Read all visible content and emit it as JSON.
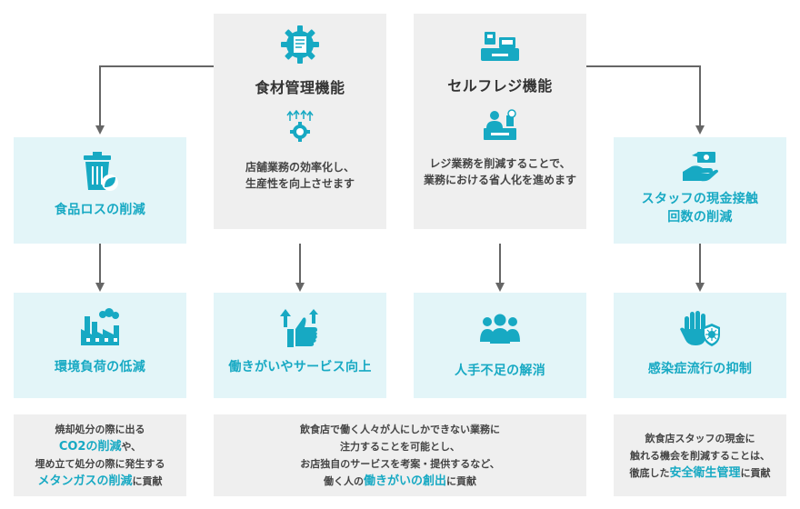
{
  "functions": {
    "food": {
      "title": "食材管理機能",
      "desc_line1": "店舗業務の効率化し、",
      "desc_line2": "生産性を向上させます"
    },
    "register": {
      "title": "セルフレジ機能",
      "desc_line1": "レジ業務を削減することで、",
      "desc_line2": "業務における省人化を進めます"
    }
  },
  "effects": {
    "food_loss": "食品ロスの削減",
    "staff_contact_line1": "スタッフの現金接触",
    "staff_contact_line2": "回数の削減",
    "environment": "環境負荷の低減",
    "motivation": "働きがいやサービス向上",
    "labor_shortage": "人手不足の解消",
    "infection": "感染症流行の抑制"
  },
  "notes": {
    "env": {
      "l1": "焼却処分の際に出る",
      "l2_hl": "CO2の削減",
      "l2_rest": "や、",
      "l3": "埋め立て処分の際に発生する",
      "l4_hl": "メタンガスの削減",
      "l4_rest": "に貢献"
    },
    "work": {
      "l1": "飲食店で働く人々が人にしかできない業務に",
      "l2": "注力することを可能とし、",
      "l3": "お店独自のサービスを考案・提供するなど、",
      "l4_pre": "働く人の",
      "l4_hl": "働きがいの創出",
      "l4_rest": "に貢献"
    },
    "safety": {
      "l1": "飲食店スタッフの現金に",
      "l2": "触れる機会を削減することは、",
      "l3_pre": "徹底した",
      "l3_hl": "安全衛生管理",
      "l3_rest": "に貢献"
    }
  },
  "colors": {
    "accent": "#17a9c3",
    "arrow": "#666666",
    "gray_box": "#efefef",
    "teal_box": "#e3f5f8"
  },
  "icons": {
    "food_gear": "gear-document-icon",
    "food_growth": "growth-gear-icon",
    "register_machine": "cash-register-icon",
    "register_staff": "cashier-staff-icon",
    "trash": "trash-leaf-icon",
    "money_hand": "money-hand-icon",
    "factory": "factory-icon",
    "thumbs_up": "thumbs-up-arrows-icon",
    "people": "people-group-icon",
    "virus_hand": "hand-virus-shield-icon"
  }
}
